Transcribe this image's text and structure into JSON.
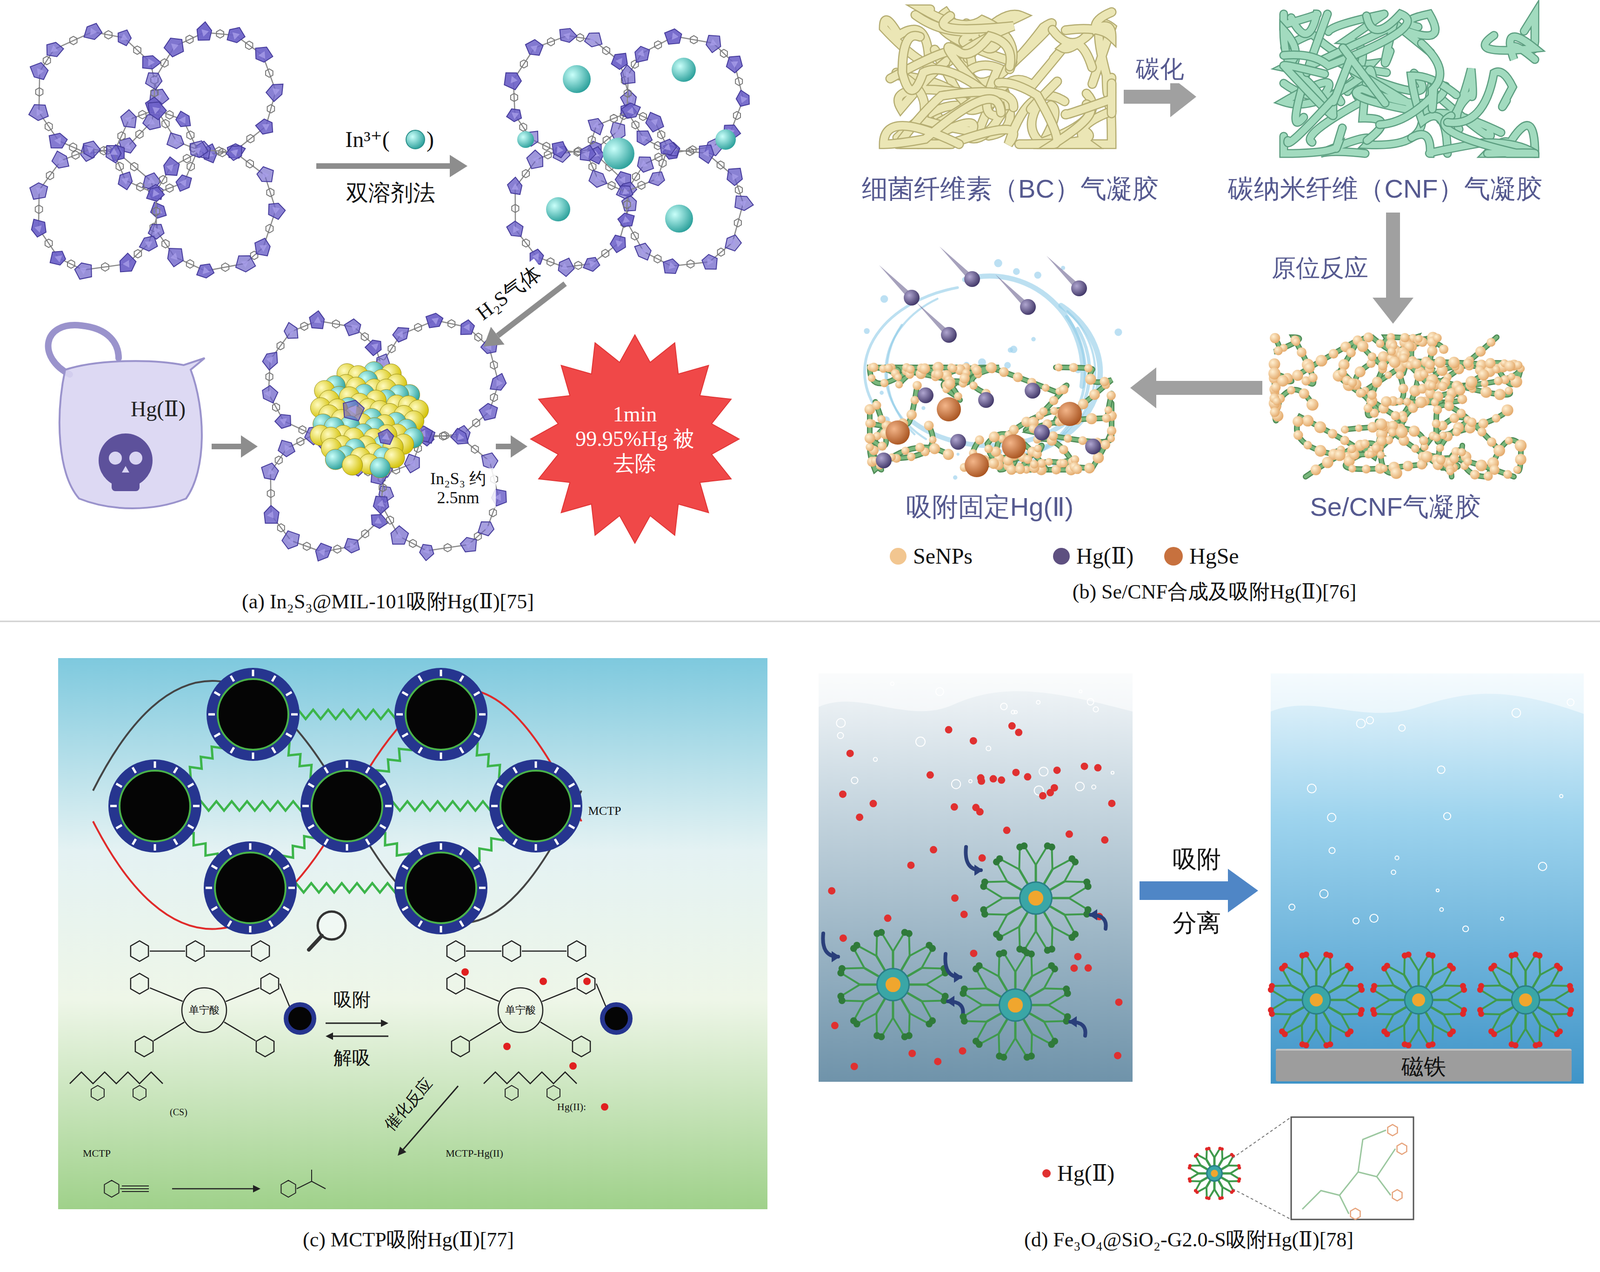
{
  "diagram": {
    "nodes": [
      {
        "text": [
          "Hg(Ⅱ)"
        ]
      },
      {
        "text": [
          "In₂S₃ 约2.5nm"
        ]
      },
      {
        "text": [
          "1min 99.95%Hg 被去除"
        ]
      },
      {
        "text": [
          "细菌纤维素（BC）气凝胶"
        ]
      },
      {
        "text": [
          "碳纳米纤维（CNF）气凝胶"
        ]
      },
      {
        "text": [
          "Se/CNF气凝胶"
        ]
      },
      {
        "text": [
          "吸附固定Hg(Ⅱ)"
        ]
      },
      {
        "text": [
          "磁铁"
        ]
      }
    ],
    "edges": [
      {
        "from": 0,
        "to": 1,
        "arrow": "to"
      },
      {
        "from": 1,
        "to": 2,
        "arrow": "to"
      },
      {
        "from": 3,
        "to": 4,
        "label": "碳化",
        "arrow": "to"
      },
      {
        "from": 4,
        "to": 5,
        "label": "原位反应",
        "arrow": "to"
      },
      {
        "from": 5,
        "to": 6,
        "arrow": "to"
      }
    ],
    "labels": [
      "In³⁺(",
      ")",
      "双溶剂法",
      "H₂S气体",
      "(a) In₂S₃@MIL-101吸附Hg(Ⅱ)[75]",
      "(b) Se/CNF合成及吸附Hg(Ⅱ)[76]",
      "MCTP",
      "单宁酸",
      "单宁酸",
      "吸附",
      "解吸",
      "催化反应",
      "(CS)",
      "MCTP",
      "MCTP-Hg(II)",
      "Hg(II):",
      "(c) MCTP吸附Hg(Ⅱ)[77]",
      "吸附",
      "分离",
      "(d) Fe₃O₄@SiO₂-G2.0-S吸附Hg(Ⅱ)[78]"
    ],
    "legend": [
      {
        "text": "SeNPs",
        "color": "#f2c690"
      },
      {
        "text": "Hg(Ⅱ)",
        "color": "#5e5080"
      },
      {
        "text": "HgSe",
        "color": "#c7713e"
      },
      {
        "text": "Hg(Ⅱ)",
        "color": "#e03030"
      }
    ]
  }
}
